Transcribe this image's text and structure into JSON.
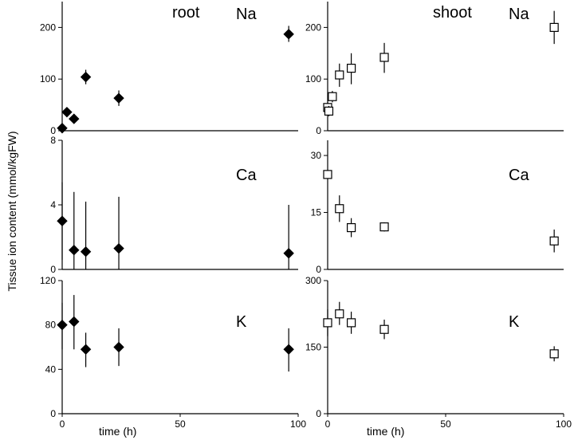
{
  "ylabel": "Tissue ion content (mmol/kgFW)",
  "xlabel": "time (h)",
  "colors": {
    "root_marker": "#000000",
    "shoot_marker": "#ffffff",
    "axis": "#000000"
  },
  "chart_data": [
    {
      "type": "scatter",
      "tissue": "root",
      "element": "Na",
      "tissue_label": "root",
      "element_label": "Na",
      "marker": "diamond",
      "xlim": [
        0,
        100
      ],
      "ylim": [
        0,
        250
      ],
      "yticks": [
        0,
        100,
        200
      ],
      "xticks": [],
      "points": [
        {
          "x": 0,
          "y": 5,
          "lo": 5,
          "hi": 5
        },
        {
          "x": 2,
          "y": 36,
          "lo": 28,
          "hi": 44
        },
        {
          "x": 5,
          "y": 23,
          "lo": 16,
          "hi": 30
        },
        {
          "x": 10,
          "y": 104,
          "lo": 90,
          "hi": 118
        },
        {
          "x": 24,
          "y": 63,
          "lo": 48,
          "hi": 78
        },
        {
          "x": 96,
          "y": 187,
          "lo": 172,
          "hi": 203
        }
      ]
    },
    {
      "type": "scatter",
      "tissue": "shoot",
      "element": "Na",
      "tissue_label": "shoot",
      "element_label": "Na",
      "marker": "square",
      "xlim": [
        0,
        100
      ],
      "ylim": [
        0,
        250
      ],
      "yticks": [
        0,
        100,
        200
      ],
      "xticks": [],
      "points": [
        {
          "x": 0,
          "y": 45,
          "lo": 35,
          "hi": 55
        },
        {
          "x": 0.5,
          "y": 38,
          "lo": 28,
          "hi": 48
        },
        {
          "x": 2,
          "y": 66,
          "lo": 55,
          "hi": 77
        },
        {
          "x": 5,
          "y": 108,
          "lo": 85,
          "hi": 130
        },
        {
          "x": 10,
          "y": 121,
          "lo": 90,
          "hi": 150
        },
        {
          "x": 24,
          "y": 142,
          "lo": 112,
          "hi": 170
        },
        {
          "x": 96,
          "y": 200,
          "lo": 168,
          "hi": 232
        }
      ]
    },
    {
      "type": "scatter",
      "tissue": "root",
      "element": "Ca",
      "tissue_label": "",
      "element_label": "Ca",
      "marker": "diamond",
      "xlim": [
        0,
        100
      ],
      "ylim": [
        0,
        8
      ],
      "yticks": [
        0,
        4,
        8
      ],
      "xticks": [],
      "points": [
        {
          "x": 0,
          "y": 3.0,
          "lo": 0.6,
          "hi": 5.4
        },
        {
          "x": 5,
          "y": 1.2,
          "lo": 0,
          "hi": 4.8
        },
        {
          "x": 10,
          "y": 1.1,
          "lo": 0,
          "hi": 4.2
        },
        {
          "x": 24,
          "y": 1.3,
          "lo": 0,
          "hi": 4.5
        },
        {
          "x": 96,
          "y": 1.0,
          "lo": 0,
          "hi": 4.0
        }
      ]
    },
    {
      "type": "scatter",
      "tissue": "shoot",
      "element": "Ca",
      "tissue_label": "",
      "element_label": "Ca",
      "marker": "square",
      "xlim": [
        0,
        100
      ],
      "ylim": [
        0,
        34
      ],
      "yticks": [
        0,
        15,
        30
      ],
      "xticks": [],
      "points": [
        {
          "x": 0,
          "y": 25,
          "lo": 25,
          "hi": 25
        },
        {
          "x": 5,
          "y": 16,
          "lo": 12.5,
          "hi": 19.5
        },
        {
          "x": 10,
          "y": 11,
          "lo": 8.5,
          "hi": 13.5
        },
        {
          "x": 24,
          "y": 11.2,
          "lo": 10,
          "hi": 12.4
        },
        {
          "x": 96,
          "y": 7.5,
          "lo": 4.5,
          "hi": 10.5
        }
      ]
    },
    {
      "type": "scatter",
      "tissue": "root",
      "element": "K",
      "tissue_label": "",
      "element_label": "K",
      "marker": "diamond",
      "xlim": [
        0,
        100
      ],
      "ylim": [
        0,
        120
      ],
      "yticks": [
        0,
        40,
        80,
        120
      ],
      "xticks": [
        0,
        50,
        100
      ],
      "points": [
        {
          "x": 0,
          "y": 80,
          "lo": 58,
          "hi": 100
        },
        {
          "x": 5,
          "y": 83,
          "lo": 58,
          "hi": 107
        },
        {
          "x": 10,
          "y": 58,
          "lo": 42,
          "hi": 73
        },
        {
          "x": 24,
          "y": 60,
          "lo": 43,
          "hi": 77
        },
        {
          "x": 96,
          "y": 58,
          "lo": 38,
          "hi": 77
        }
      ]
    },
    {
      "type": "scatter",
      "tissue": "shoot",
      "element": "K",
      "tissue_label": "",
      "element_label": "K",
      "marker": "square",
      "xlim": [
        0,
        100
      ],
      "ylim": [
        0,
        300
      ],
      "yticks": [
        0,
        150,
        300
      ],
      "xticks": [
        0,
        50,
        100
      ],
      "points": [
        {
          "x": 0,
          "y": 205,
          "lo": 175,
          "hi": 235
        },
        {
          "x": 5,
          "y": 225,
          "lo": 200,
          "hi": 252
        },
        {
          "x": 10,
          "y": 205,
          "lo": 180,
          "hi": 230
        },
        {
          "x": 24,
          "y": 190,
          "lo": 168,
          "hi": 212
        },
        {
          "x": 96,
          "y": 135,
          "lo": 118,
          "hi": 152
        }
      ]
    }
  ]
}
